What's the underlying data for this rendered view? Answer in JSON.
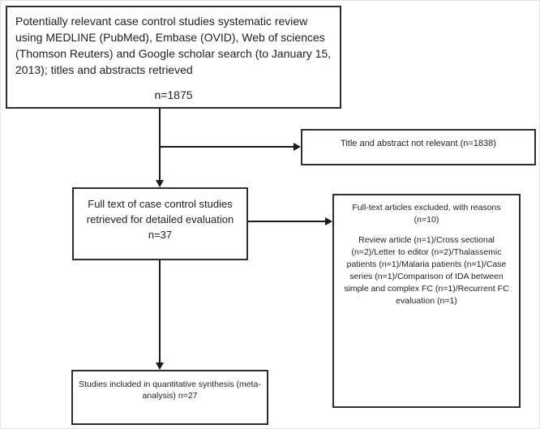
{
  "flowchart": {
    "boxes": {
      "search": {
        "lines": [
          "Potentially relevant case control studies systematic review",
          "using MEDLINE (PubMed), Embase (OVID), Web of sciences",
          "(Thomson Reuters) and Google scholar search (to January 15,",
          "2013); titles and abstracts retrieved"
        ],
        "count": "n=1875"
      },
      "not_relevant": {
        "text": "Title and abstract not relevant (n=1838)"
      },
      "fulltext": {
        "lines": [
          "Full text of case control studies",
          "retrieved for detailed evaluation"
        ],
        "count": "n=37"
      },
      "excluded": {
        "heading": "Full-text articles excluded, with reasons",
        "count": "(n=10)",
        "reasons_lines": [
          "Review article (n=1)/Cross sectional",
          "(n=2)/Letter to editor (n=2)/Thalassemic",
          "patients (n=1)/Malaria patients (n=1)/Case",
          "series (n=1)/Comparison of IDA between",
          "simple and complex FC (n=1)/Recurrent FC",
          "evaluation (n=1)"
        ]
      },
      "included": {
        "lines": [
          "Studies included in quantitative synthesis (meta-",
          "analysis) n=27"
        ]
      }
    },
    "colors": {
      "background": "#ffffff",
      "box_border": "#2e2e2e",
      "text": "#1f1f1f",
      "connector": "#1a1a1a"
    }
  }
}
